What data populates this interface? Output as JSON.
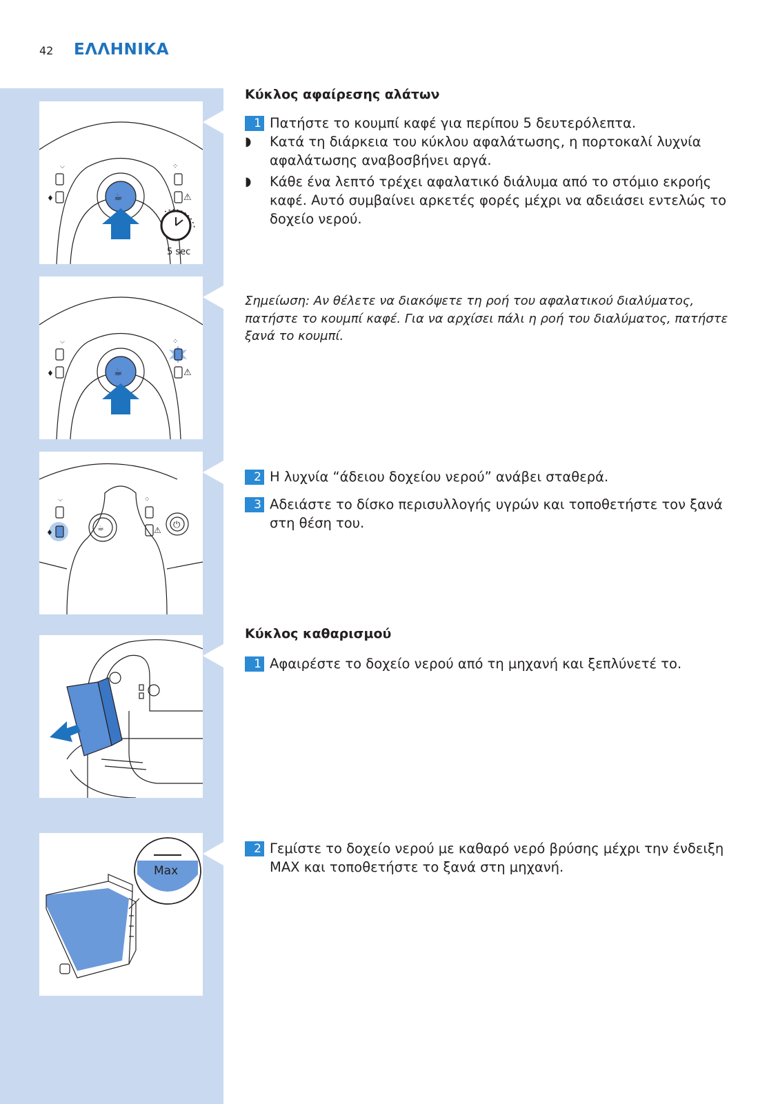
{
  "header": {
    "page_number": "42",
    "language": "ΕΛΛΗΝΙΚΑ"
  },
  "figures": {
    "timer_label": "5 sec",
    "max_label": "Max"
  },
  "sections": {
    "descaling": {
      "title": "Κύκλος αφαίρεσης αλάτων",
      "step1": {
        "num": "1",
        "text": "Πατήστε το κουμπί καφέ για περίπου 5 δευτερόλεπτα."
      },
      "bullet1": "Κατά τη διάρκεια του κύκλου αφαλάτωσης, η πορτοκαλί λυχνία αφαλάτωσης αναβοσβήνει αργά.",
      "bullet2": "Κάθε ένα λεπτό τρέχει αφαλατικό διάλυμα από το στόμιο εκροής καφέ. Αυτό συμβαίνει αρκετές φορές μέχρι να αδειάσει εντελώς το δοχείο νερού.",
      "note": "Σημείωση: Αν θέλετε να διακόψετε τη ροή του αφαλατικού διαλύματος, πατήστε το κουμπί καφέ. Για να αρχίσει πάλι η ροή του διαλύματος, πατήστε ξανά το κουμπί.",
      "step2": {
        "num": "2",
        "text": "Η λυχνία “άδειου δοχείου νερού” ανάβει σταθερά."
      },
      "step3": {
        "num": "3",
        "text": "Αδειάστε το δίσκο περισυλλογής υγρών και τοποθετήστε τον ξανά στη θέση του."
      }
    },
    "cleaning": {
      "title": "Κύκλος καθαρισμού",
      "step1": {
        "num": "1",
        "text": "Αφαιρέστε το δοχείο νερού από τη μηχανή και ξεπλύνετέ το."
      },
      "step2": {
        "num": "2",
        "text": "Γεμίστε το δοχείο νερού με καθαρό νερό βρύσης μέχρι την ένδειξη MAX και τοποθετήστε το ξανά στη μηχανή."
      }
    }
  },
  "colors": {
    "accent": "#1e73be",
    "step_badge": "#2a8ad4",
    "sidebar": "#c9daf0",
    "highlight": "#5b8fd6"
  }
}
